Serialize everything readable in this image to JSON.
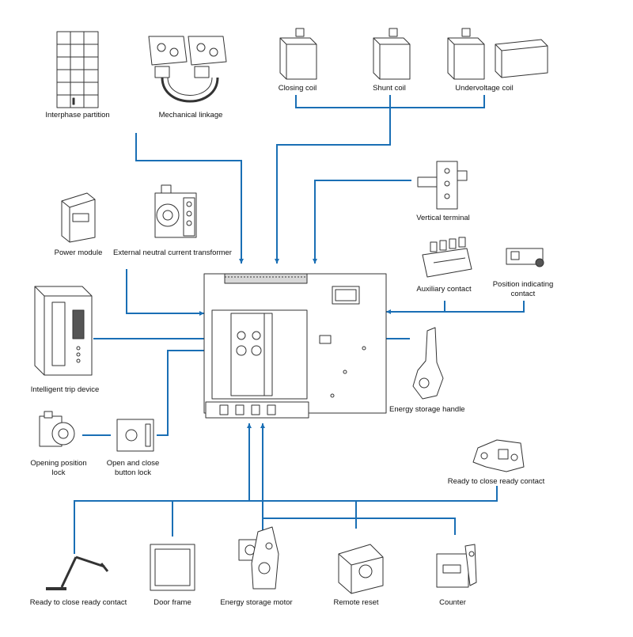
{
  "colors": {
    "connector": "#1a6fb5",
    "outline": "#333333",
    "fill": "#ffffff",
    "shade": "#d8d8d8"
  },
  "labels": {
    "interphase_partition": "Interphase partition",
    "mechanical_linkage": "Mechanical linkage",
    "closing_coil": "Closing coil",
    "shunt_coil": "Shunt coil",
    "undervoltage_coil": "Undervoltage coil",
    "vertical_terminal": "Vertical terminal",
    "power_module": "Power module",
    "external_neutral_ct": "External neutral current transformer",
    "auxiliary_contact": "Auxiliary contact",
    "position_indicating_contact_line1": "Position indicating",
    "position_indicating_contact_line2": "contact",
    "intelligent_trip_device": "Intelligent trip device",
    "energy_storage_handle": "Energy storage handle",
    "opening_position_lock_line1": "Opening position",
    "opening_position_lock_line2": "lock",
    "open_close_button_lock_line1": "Open and close",
    "open_close_button_lock_line2": "button lock",
    "ready_to_close_ready_contact_right": "Ready to close ready contact",
    "ready_to_close_ready_contact_bottom": "Ready to close ready contact",
    "door_frame": "Door frame",
    "energy_storage_motor": "Energy storage motor",
    "remote_reset": "Remote reset",
    "counter": "Counter"
  }
}
